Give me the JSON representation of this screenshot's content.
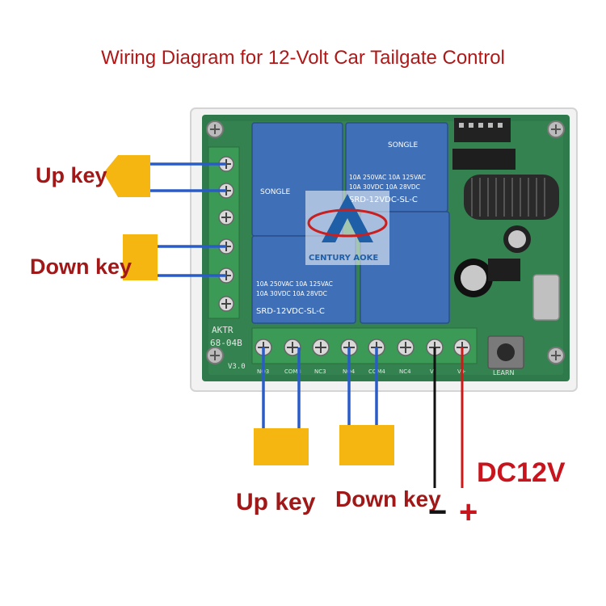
{
  "title": "Wiring Diagram for 12-Volt Car Tailgate Control",
  "labels": {
    "up_key_left": "Up key",
    "down_key_left": "Down key",
    "up_key_bottom": "Up key",
    "down_key_bottom": "Down key",
    "power": "DC12V",
    "minus": "−",
    "plus": "+"
  },
  "board": {
    "model": "AKTR",
    "model_code": "68-04B",
    "version": "V3.0",
    "logo_text": "CENTURY AOKE",
    "learn_label": "LEARN"
  },
  "relay": {
    "brand": "SONGLE",
    "rating_1": "10A 250VAC  10A 125VAC",
    "rating_2": "10A  30VDC  10A  28VDC",
    "part": "SRD-12VDC-SL-C"
  },
  "terminals": [
    "NO3",
    "COM3",
    "NC3",
    "NO4",
    "COM4",
    "NC4",
    "V-",
    "V+"
  ],
  "colors": {
    "title": "#b01818",
    "label": "#a01818",
    "wire_blue": "#2a5cc8",
    "wire_black": "#111111",
    "wire_red": "#d01818",
    "key_yellow": "#f6b612",
    "board_green": "#2f7a4a",
    "relay_blue": "#3f6fb6",
    "terminal_green": "#3b9a56"
  }
}
